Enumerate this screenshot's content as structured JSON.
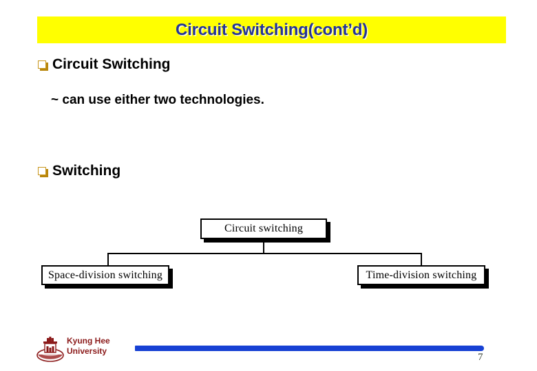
{
  "slide": {
    "title": "Circuit Switching(cont’d)",
    "title_bg_color": "#ffff00",
    "title_text_color": "#23339a",
    "number": "7"
  },
  "body": {
    "bullets": [
      {
        "glyph": "hollow-square-bullet",
        "text": "Circuit Switching"
      },
      {
        "glyph": "hollow-square-bullet",
        "text": "Switching"
      }
    ],
    "sub_lines": [
      {
        "text": "~ can use either two technologies."
      }
    ]
  },
  "diagram": {
    "type": "tree",
    "nodes": [
      {
        "id": "root",
        "label": "Circuit switching"
      },
      {
        "id": "left",
        "label": "Space-division switching"
      },
      {
        "id": "right",
        "label": "Time-division switching"
      }
    ],
    "edges": [
      {
        "from": "root",
        "to": "left"
      },
      {
        "from": "root",
        "to": "right"
      }
    ]
  },
  "footer": {
    "logo_name": "kyung-hee-university-crest",
    "organization_line1": "Kyung Hee",
    "organization_line2": "University",
    "organization_color": "#8b1a1a",
    "rule_color": "#1741d4"
  }
}
